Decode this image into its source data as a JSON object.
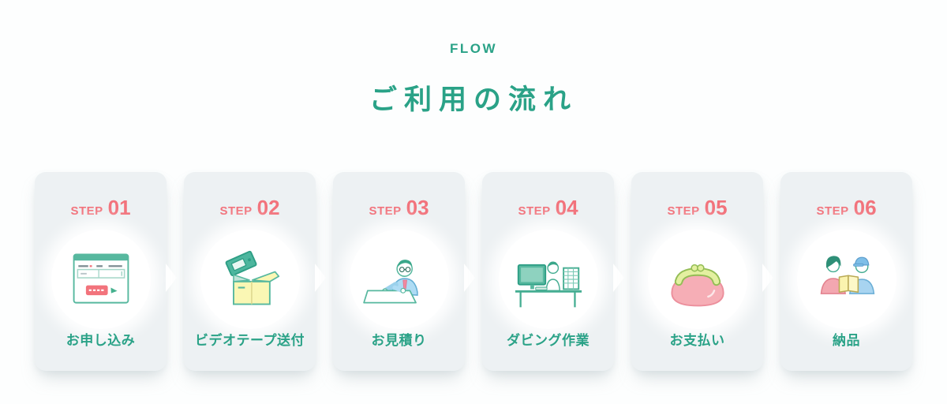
{
  "header": {
    "eyebrow": "FLOW",
    "title": "ご利用の流れ"
  },
  "theme": {
    "green_text": "#2aa287",
    "coral_text": "#f2737c",
    "card_background": "#edf1f3",
    "circle_background": "#ffffff",
    "page_background": "#fdfefe"
  },
  "steps": [
    {
      "step_word": "STEP",
      "number": "01",
      "label": "お申し込み",
      "icon": "application-form-icon"
    },
    {
      "step_word": "STEP",
      "number": "02",
      "label": "ビデオテープ送付",
      "icon": "videotape-shipping-icon"
    },
    {
      "step_word": "STEP",
      "number": "03",
      "label": "お見積り",
      "icon": "estimate-icon"
    },
    {
      "step_word": "STEP",
      "number": "04",
      "label": "ダビング作業",
      "icon": "dubbing-work-icon"
    },
    {
      "step_word": "STEP",
      "number": "05",
      "label": "お支払い",
      "icon": "payment-purse-icon"
    },
    {
      "step_word": "STEP",
      "number": "06",
      "label": "納品",
      "icon": "delivery-icon"
    }
  ]
}
